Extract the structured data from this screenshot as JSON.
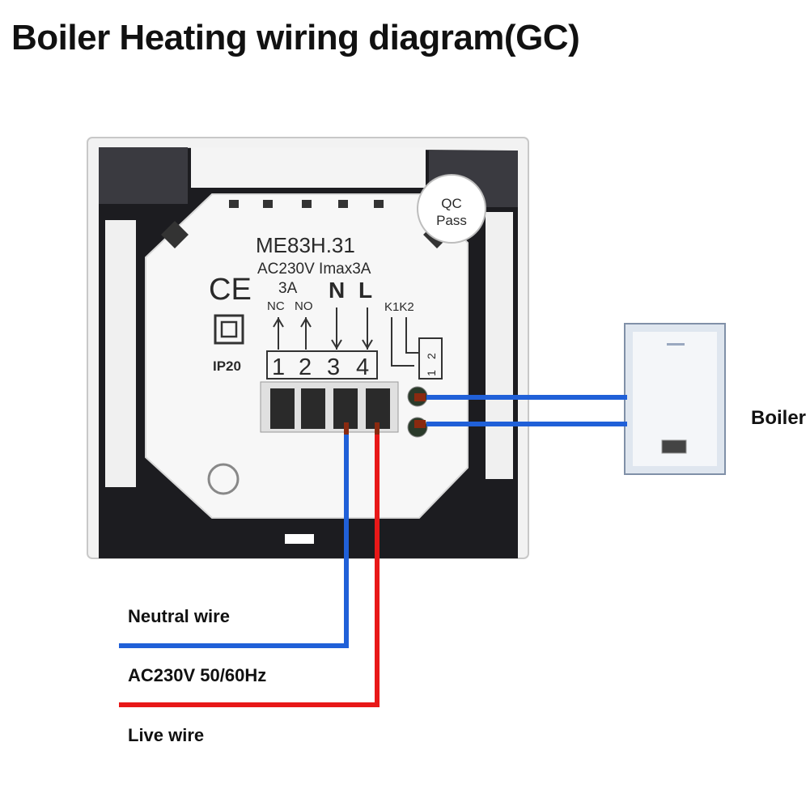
{
  "title": "Boiler Heating wiring diagram(GC)",
  "thermostat": {
    "qc_sticker_line1": "QC",
    "qc_sticker_line2": "Pass",
    "model": "ME83H.31",
    "rating": "AC230V Imax3A",
    "ce_mark": "CE",
    "ip_rating": "IP20",
    "relay_rating": "3A",
    "nc_label": "NC",
    "no_label": "NO",
    "n_label": "N",
    "l_label": "L",
    "k_label": "K1K2",
    "terminals": [
      "1",
      "2",
      "3",
      "4"
    ],
    "k_terminals": [
      "1",
      "2"
    ]
  },
  "labels": {
    "boiler": "Boiler",
    "neutral": "Neutral wire",
    "supply": "AC230V 50/60Hz",
    "live": "Live wire"
  },
  "colors": {
    "neutral_wire": "#2060d8",
    "live_wire": "#e81818",
    "terminal_contact": "#8a2a10"
  }
}
